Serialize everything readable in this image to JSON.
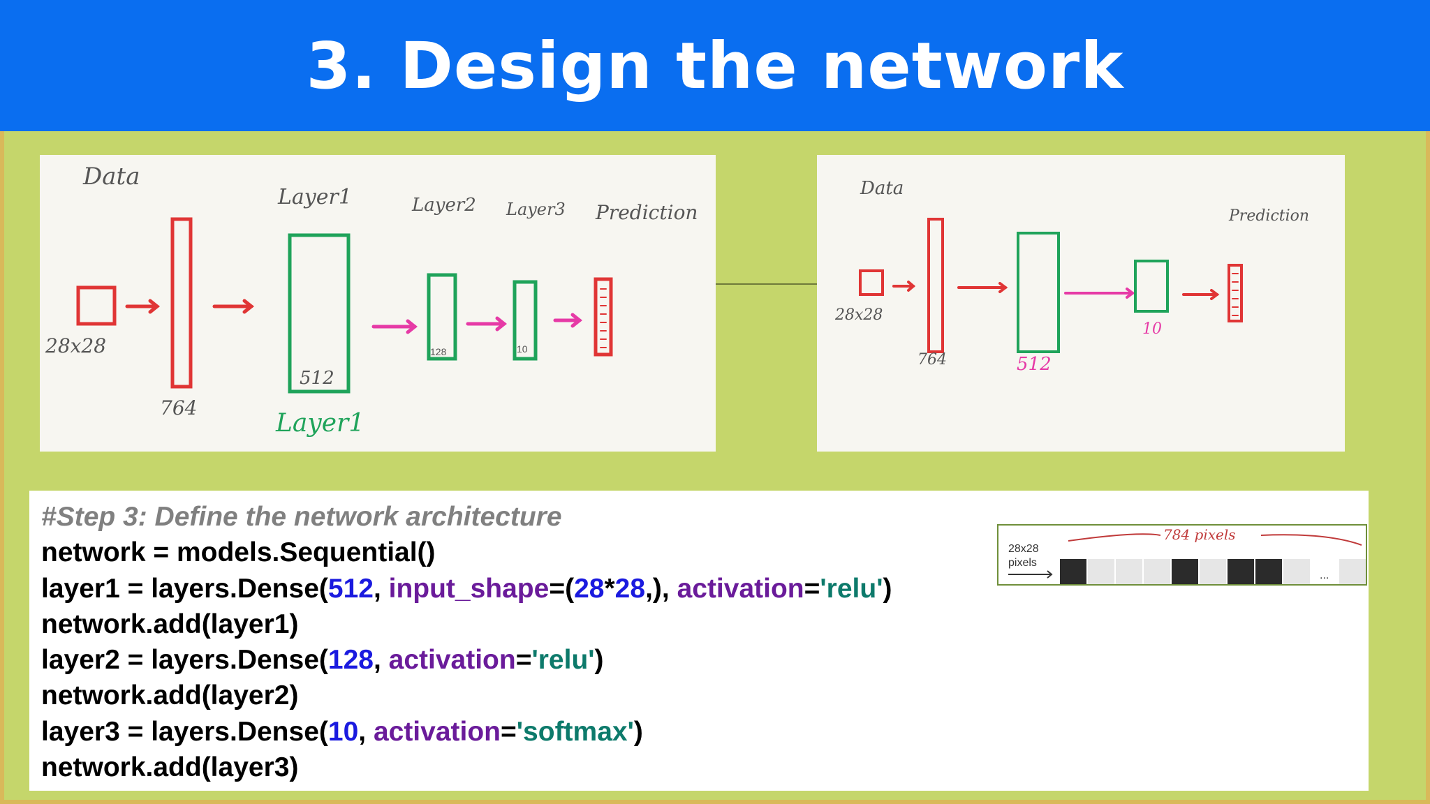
{
  "slide": {
    "title": "3. Design the network"
  },
  "left_photo": {
    "labels": {
      "data": "Data",
      "layer1_top": "Layer1",
      "layer2": "Layer2",
      "layer3": "Layer3",
      "prediction": "Prediction",
      "input_size": "28x28",
      "flatten_size": "764",
      "layer1_units": "512",
      "layer2_units": "128",
      "layer3_units": "10",
      "layer1_bottom": "Layer1"
    }
  },
  "right_photo": {
    "labels": {
      "data": "Data",
      "prediction": "Prediction",
      "input_size": "28x28",
      "flatten_size": "764",
      "hidden_units": "512",
      "output_units": "10"
    }
  },
  "code": {
    "lines": [
      [
        {
          "t": "#Step 3: Define the network architecture",
          "c": "comment"
        }
      ],
      [
        {
          "t": "network = models.Sequential()",
          "c": "plain"
        }
      ],
      [
        {
          "t": "layer1 = layers.Dense(",
          "c": "plain"
        },
        {
          "t": "512",
          "c": "num"
        },
        {
          "t": ", ",
          "c": "plain"
        },
        {
          "t": "input_shape",
          "c": "kw"
        },
        {
          "t": "=(",
          "c": "plain"
        },
        {
          "t": "28",
          "c": "num"
        },
        {
          "t": "*",
          "c": "plain"
        },
        {
          "t": "28",
          "c": "num"
        },
        {
          "t": ",), ",
          "c": "plain"
        },
        {
          "t": "activation",
          "c": "kw"
        },
        {
          "t": "=",
          "c": "plain"
        },
        {
          "t": "'relu'",
          "c": "str"
        },
        {
          "t": ")",
          "c": "plain"
        }
      ],
      [
        {
          "t": "network.add(layer1)",
          "c": "plain"
        }
      ],
      [
        {
          "t": "layer2 = layers.Dense(",
          "c": "plain"
        },
        {
          "t": "128",
          "c": "num"
        },
        {
          "t": ", ",
          "c": "plain"
        },
        {
          "t": "activation",
          "c": "kw"
        },
        {
          "t": "=",
          "c": "plain"
        },
        {
          "t": "'relu'",
          "c": "str"
        },
        {
          "t": ")",
          "c": "plain"
        }
      ],
      [
        {
          "t": "network.add(layer2)",
          "c": "plain"
        }
      ],
      [
        {
          "t": "layer3 = layers.Dense(",
          "c": "plain"
        },
        {
          "t": "10",
          "c": "num"
        },
        {
          "t": ", ",
          "c": "plain"
        },
        {
          "t": "activation",
          "c": "kw"
        },
        {
          "t": "=",
          "c": "plain"
        },
        {
          "t": "'softmax'",
          "c": "str"
        },
        {
          "t": ")",
          "c": "plain"
        }
      ],
      [
        {
          "t": "network.add(layer3)",
          "c": "plain"
        }
      ]
    ]
  },
  "pixel_strip": {
    "size_label_line1": "28x28",
    "size_label_line2": "pixels",
    "count_label": "784 pixels",
    "ellipsis": "...",
    "cells": [
      "dark",
      "light",
      "light",
      "light",
      "dark",
      "light",
      "dark",
      "dark",
      "light",
      "ellipsis",
      "light"
    ]
  },
  "colors": {
    "banner": "#0a6ef0",
    "background": "#c5d66b",
    "red_marker": "#e03535",
    "green_marker": "#1fa35a",
    "pink_marker": "#e63aa6",
    "code_number": "#1a1adf",
    "code_keyword": "#6a1b9a",
    "code_string": "#0d7a6b"
  }
}
